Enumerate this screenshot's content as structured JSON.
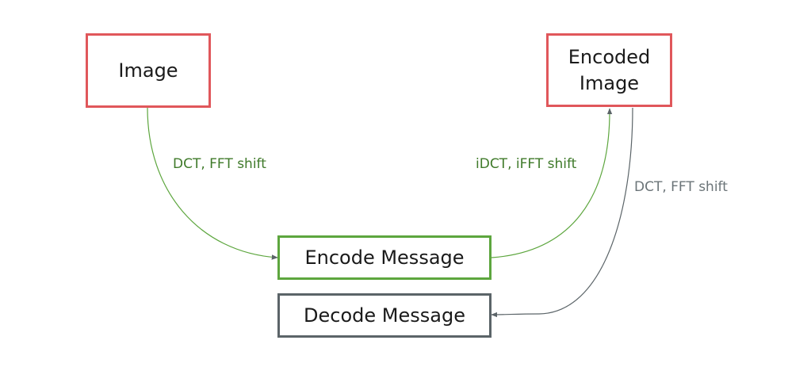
{
  "colors": {
    "input_node": "#e0575b",
    "encode_node": "#5da63e",
    "decode_node": "#5b6468",
    "encode_path": "#5da63e",
    "encode_label": "#3f7a2a",
    "decode_path": "#5b6468",
    "decode_label": "#6b7478"
  },
  "nodes": {
    "image": "Image",
    "encoded_image_line1": "Encoded",
    "encoded_image_line2": "Image",
    "encode_message": "Encode Message",
    "decode_message": "Decode Message"
  },
  "edges": {
    "image_to_encode": "DCT, FFT shift",
    "encode_to_encoded_image": "iDCT, iFFT shift",
    "encoded_image_to_decode": "DCT, FFT shift"
  }
}
